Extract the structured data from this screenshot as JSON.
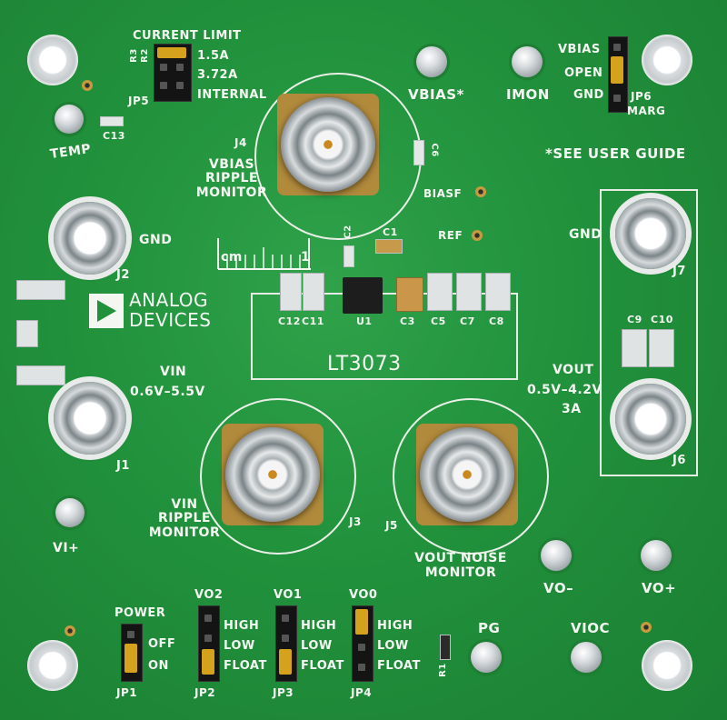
{
  "board": {
    "current_limit": "CURRENT LIMIT",
    "r3": "R3",
    "r2": "R2",
    "limit_1": "1.5A",
    "limit_2": "3.72A",
    "limit_3": "INTERNAL",
    "jp5": "JP5",
    "c13": "C13",
    "temp": "TEMP",
    "vbias": "VBIAS*",
    "imon": "IMON",
    "jp6_vbias": "VBIAS",
    "jp6_open": "OPEN",
    "jp6_gnd": "GND",
    "jp6": "JP6",
    "marg": "MARG",
    "j4": "J4",
    "vbias_ripple": "VBIAS\nRIPPLE\nMONITOR",
    "c6": "C6",
    "see_guide": "*SEE USER GUIDE",
    "biasf": "BIASF",
    "ref": "REF",
    "gnd_left": "GND",
    "gnd_right": "GND",
    "j2": "J2",
    "j7": "J7",
    "c2": "C2",
    "c1": "C1",
    "cm": "cm",
    "one": "1",
    "brand_1": "ANALOG",
    "brand_2": "DEVICES",
    "c12": "C12",
    "c11": "C11",
    "u1": "U1",
    "c3": "C3",
    "c5": "C5",
    "c7": "C7",
    "c8": "C8",
    "c9": "C9",
    "c10": "C10",
    "part": "LT3073",
    "vin": "VIN",
    "vin_range": "0.6V–5.5V",
    "vout": "VOUT",
    "vout_range": "0.5V–4.2V",
    "vout_current": "3A",
    "j1": "J1",
    "j6": "J6",
    "j3": "J3",
    "j5": "J5",
    "vin_ripple": "VIN\nRIPPLE\nMONITOR",
    "vout_noise": "VOUT NOISE\nMONITOR",
    "vi_plus": "VI+",
    "vo_minus": "VO–",
    "vo_plus": "VO+",
    "power": "POWER",
    "off": "OFF",
    "on": "ON",
    "jp1": "JP1",
    "vo2": "VO2",
    "vo1": "VO1",
    "vo0": "VO0",
    "high": "HIGH",
    "low": "LOW",
    "float": "FLOAT",
    "jp2": "JP2",
    "jp3": "JP3",
    "jp4": "JP4",
    "pg": "PG",
    "r1": "R1",
    "vioc": "VIOC"
  },
  "colors": {
    "pcb_green": "#21913c",
    "silkscreen": "#f4f6f2",
    "gold": "#c9891f"
  }
}
